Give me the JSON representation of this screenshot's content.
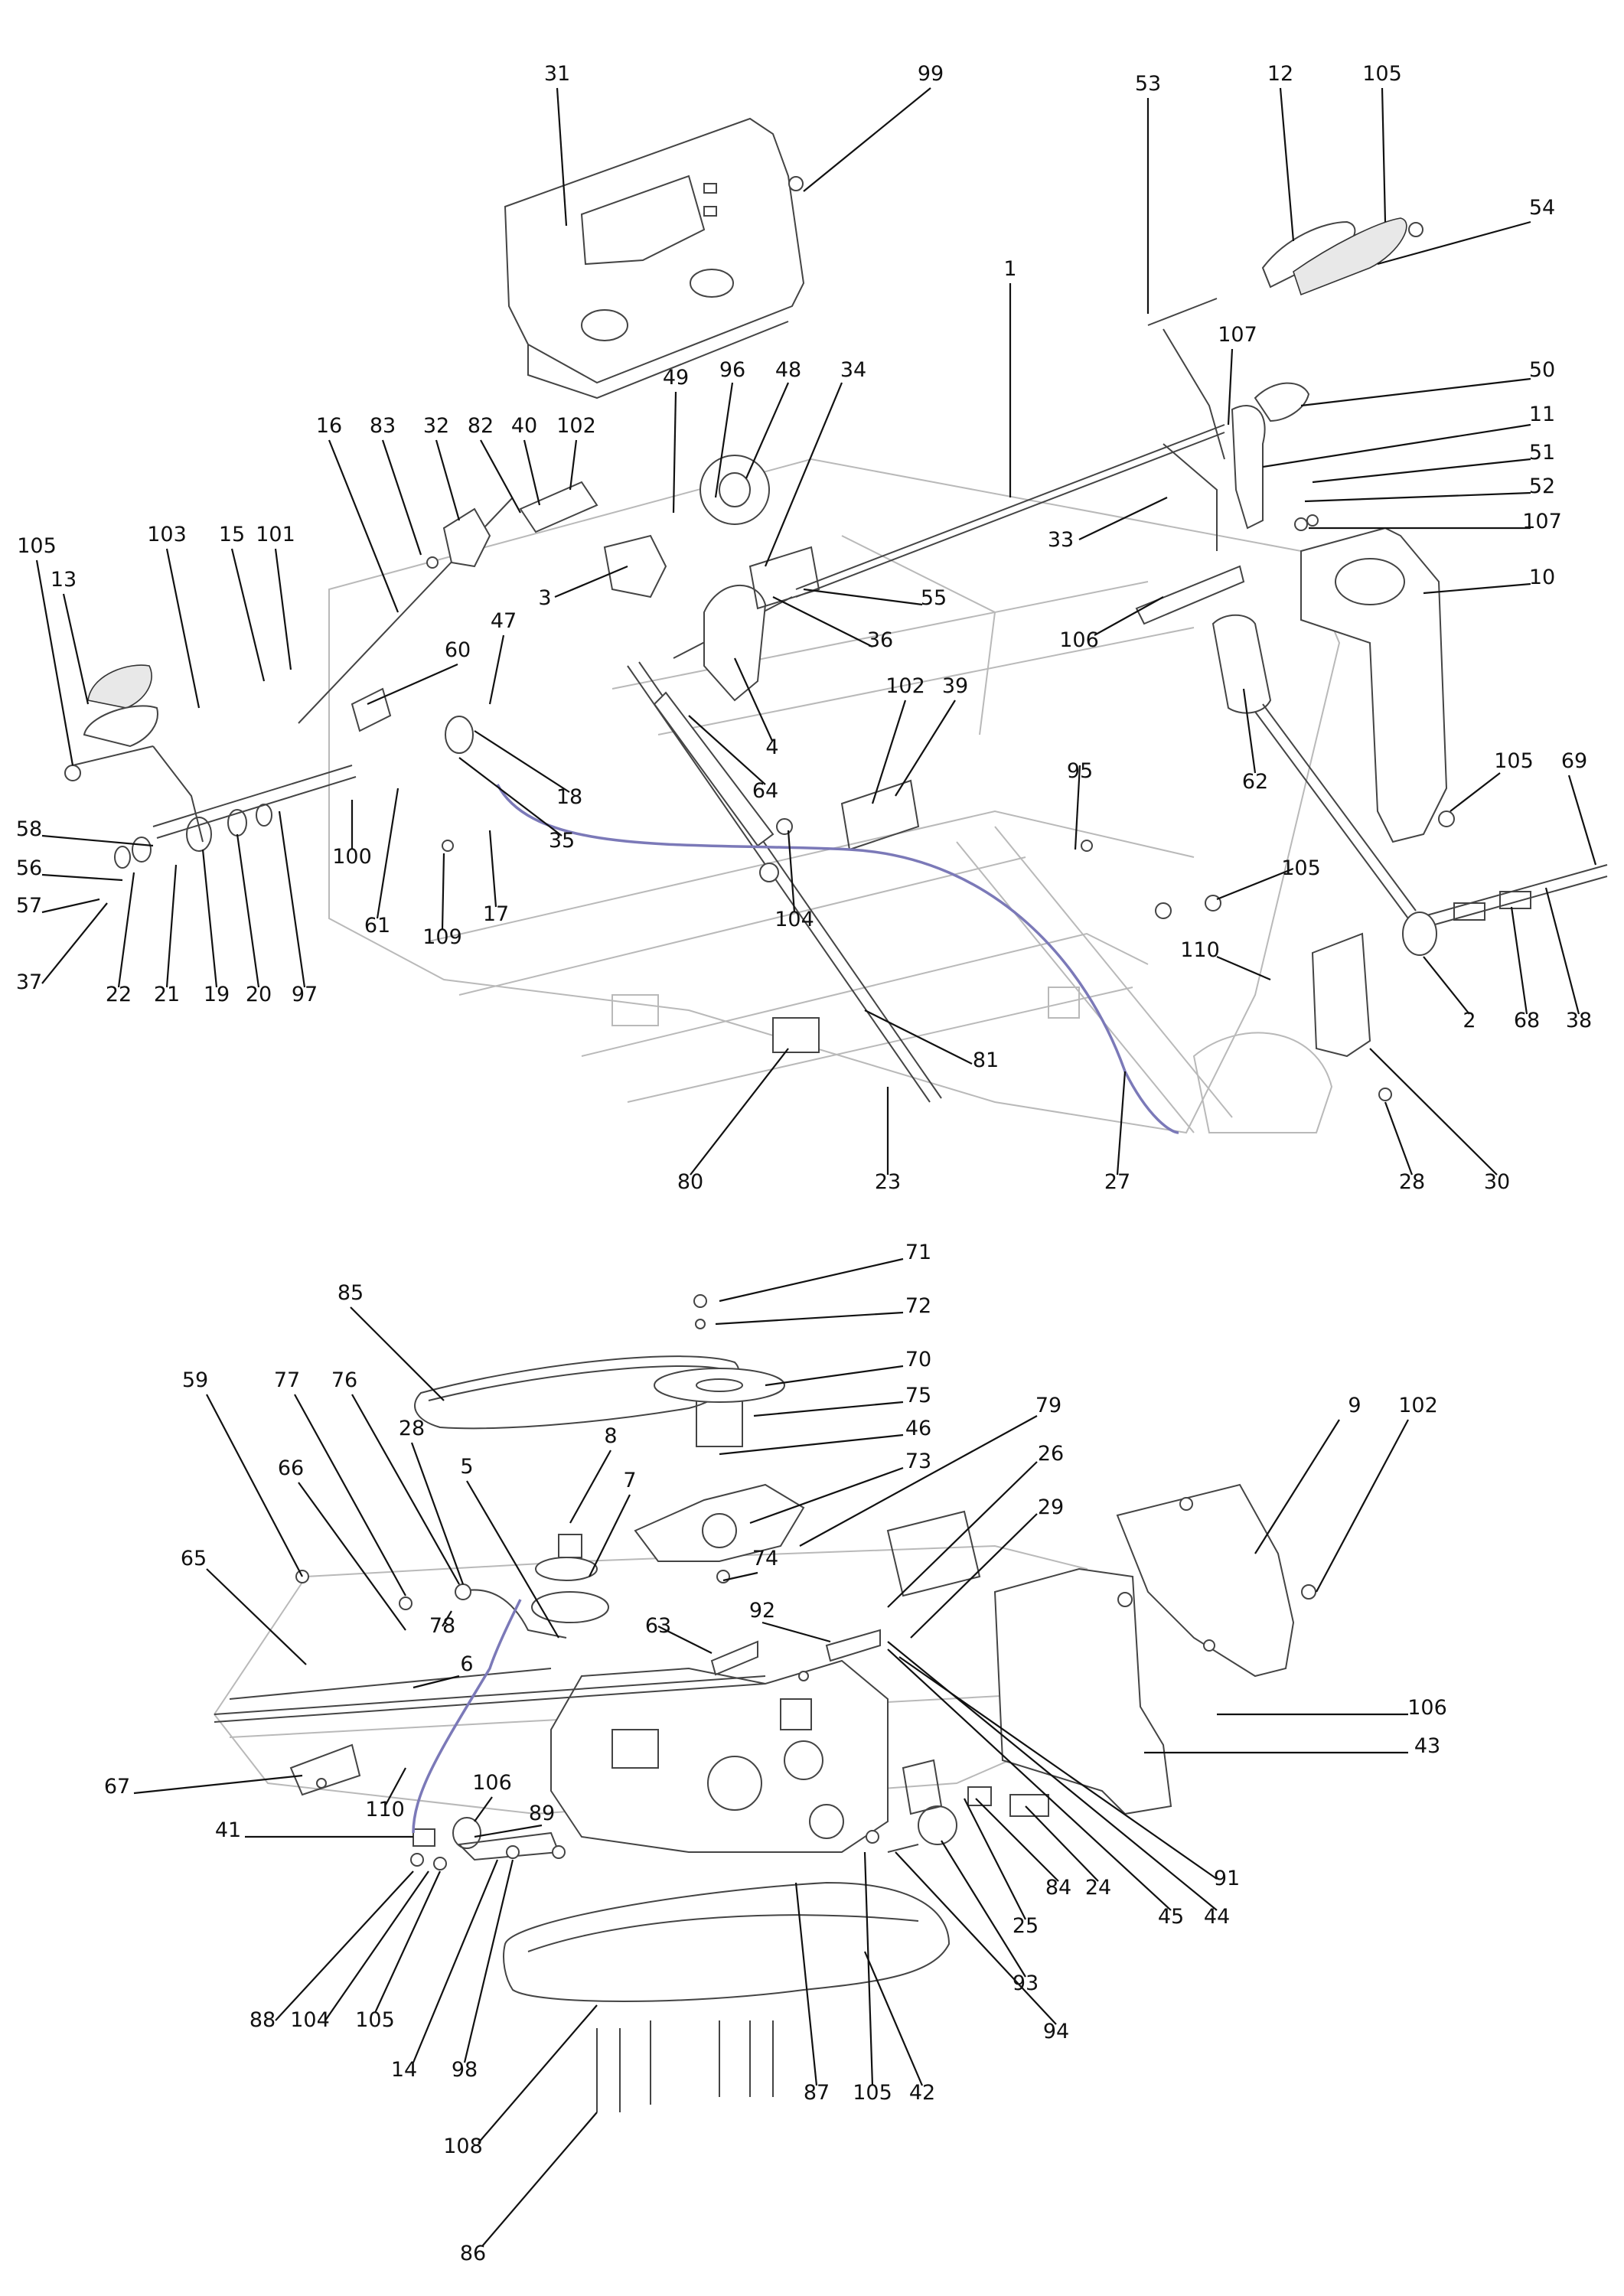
{
  "diagram": {
    "labels": [
      "1",
      "2",
      "3",
      "4",
      "5",
      "6",
      "7",
      "8",
      "9",
      "10",
      "11",
      "12",
      "13",
      "14",
      "15",
      "16",
      "17",
      "18",
      "19",
      "20",
      "21",
      "22",
      "23",
      "24",
      "25",
      "26",
      "27",
      "28",
      "29",
      "30",
      "31",
      "32",
      "33",
      "34",
      "35",
      "36",
      "37",
      "38",
      "39",
      "40",
      "41",
      "42",
      "43",
      "44",
      "45",
      "46",
      "47",
      "48",
      "49",
      "50",
      "51",
      "52",
      "53",
      "54",
      "55",
      "56",
      "57",
      "58",
      "59",
      "60",
      "61",
      "62",
      "63",
      "64",
      "65",
      "66",
      "67",
      "68",
      "69",
      "70",
      "71",
      "72",
      "73",
      "74",
      "75",
      "76",
      "77",
      "78",
      "79",
      "80",
      "81",
      "82",
      "83",
      "84",
      "85",
      "86",
      "87",
      "88",
      "89",
      "91",
      "92",
      "93",
      "94",
      "95",
      "96",
      "97",
      "98",
      "99",
      "100",
      "101",
      "102",
      "103",
      "104",
      "105",
      "106",
      "107",
      "108",
      "109",
      "110"
    ],
    "colors": {
      "line": "#444444",
      "label": "#111111",
      "cable": "#7b79b8",
      "faint": "#b9b9b9"
    }
  }
}
